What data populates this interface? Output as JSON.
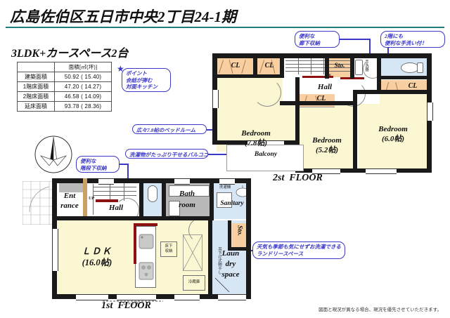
{
  "header": {
    "title": "広島佐伯区五日市中央2丁目24-1期",
    "rule_color": "#1d7f79"
  },
  "plan_type": "3LDK+カースペース2台",
  "area_table": {
    "corner_blank": "",
    "header_unit": "面積[㎡(坪)]",
    "rows": [
      {
        "label": "建築面積",
        "value": "50.92 ( 15.40)"
      },
      {
        "label": "1階床面積",
        "value": "47.20 ( 14.27)"
      },
      {
        "label": "2階床面積",
        "value": "46.58 ( 14.09)"
      },
      {
        "label": "延床面積",
        "value": "93.78 ( 28.36)"
      }
    ]
  },
  "callouts": {
    "point_kitchen": "ポイント\n会話が弾む\n対面キッチン",
    "corridor_storage": "便利な\n廊下収納",
    "second_floor_washbasin": "2階にも\n便利な手洗い付！",
    "spacious_bedroom": "広々7.8帖のベッドルーム",
    "balcony_drying": "洗濯物がたっぷり干せるバルコニー",
    "under_stairs_storage": "便利な\n階段下収納",
    "laundry_space": "天気も季節も気にせずお洗濯できる\nランドリースペース"
  },
  "floor2": {
    "label": "2st  FLOOR",
    "rooms": [
      {
        "name": "Bedroom",
        "size": "(7.8帖)"
      },
      {
        "name": "Bedroom",
        "size": "(5.2帖)"
      },
      {
        "name": "Bedroom",
        "size": "(6.0帖)"
      }
    ],
    "closets": [
      "CL",
      "CL",
      "CL",
      "CL"
    ],
    "hall": "Hall",
    "storage": "Sto.",
    "balcony": "Balcony",
    "stairs_direction": "DN",
    "washbasin_label": "手洗器"
  },
  "floor1": {
    "label": "1st  FLOOR",
    "entrance": "Ent\nrance",
    "hall": "Hall",
    "stairs_direction": "UP",
    "bathroom": "Bath\nroom",
    "sanitary": "Sanitary",
    "storage": "Sto.",
    "laundry": "Laun\ndry\nspace",
    "ldk_name": "ＬＤＫ",
    "ldk_size": "(16.0帖)",
    "washer_label": "洗濯機",
    "underfloor_storage_label": "床下\n収納",
    "fridge_label": "冷蔵庫",
    "shutter_label": "シャッター",
    "hanging_dryer_label": "吊下げ式物干し"
  },
  "disclaimer": "図面と現況が異なる場合、現況を優先させていただきます。",
  "colors": {
    "accent_teal": "#1d7f79",
    "callout_blue": "#3b38c8",
    "room_yellow": "#fbf7d2",
    "water_blue": "#d7e6f5",
    "closet_orange": "#f8cfa1",
    "wall_black": "#1a1a1a"
  }
}
